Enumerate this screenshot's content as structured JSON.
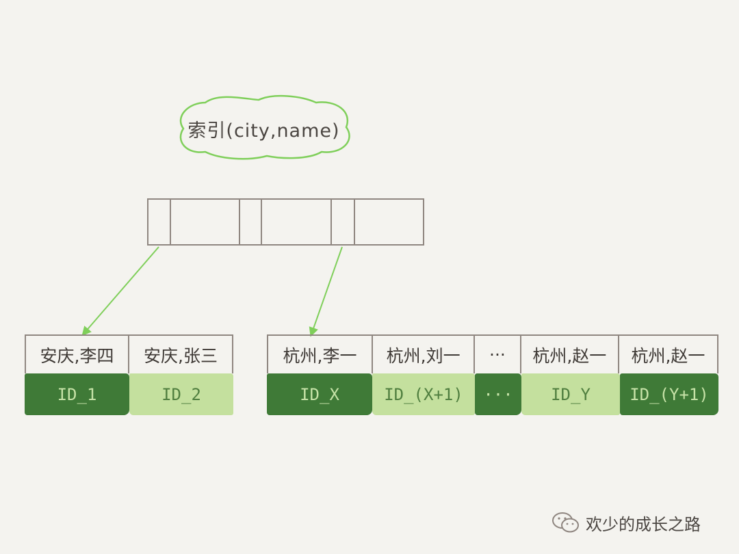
{
  "index_label": "索引(city,name)",
  "colors": {
    "arrow": "#7fcf5a",
    "cloud_stroke": "#7fcf5a",
    "box_stroke": "#8f8680",
    "id_dark": "#3f7a37",
    "id_light": "#c4e09e"
  },
  "left_leaf": {
    "keys": [
      "安庆,李四",
      "安庆,张三"
    ],
    "ids": [
      "ID_1",
      "ID_2"
    ]
  },
  "right_leaf": {
    "keys": [
      "杭州,李一",
      "杭州,刘一",
      "···",
      "杭州,赵一",
      "杭州,赵一"
    ],
    "ids": [
      "ID_X",
      "ID_(X+1)",
      "···",
      "ID_Y",
      "ID_(Y+1)"
    ]
  },
  "watermark": {
    "text": "欢少的成长之路",
    "icon": "wechat-icon"
  }
}
